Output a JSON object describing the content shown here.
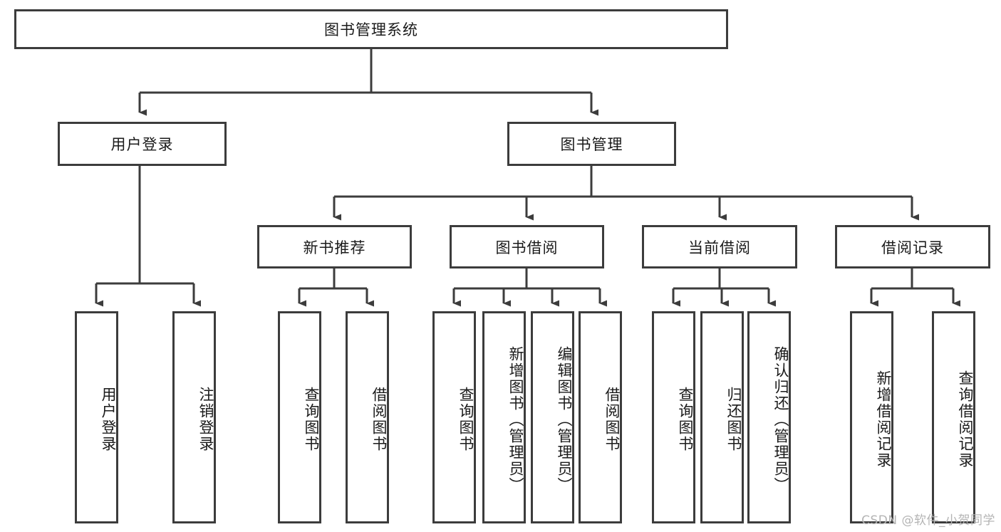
{
  "diagram": {
    "title": "图书管理系统",
    "type": "tree-hierarchy-diagram",
    "background_color": "#ffffff",
    "line_color": "#3c3c3c",
    "text_color": "#1a1a1a"
  },
  "watermark": {
    "text": "CSDN @软件_小贺同学",
    "color": "#b4b4b4"
  },
  "nodes": {
    "root": {
      "label": "图书管理系统"
    },
    "level2": [
      {
        "label": "用户登录"
      },
      {
        "label": "图书管理"
      }
    ],
    "level3": [
      {
        "label": "新书推荐"
      },
      {
        "label": "图书借阅"
      },
      {
        "label": "当前借阅"
      },
      {
        "label": "借阅记录"
      }
    ],
    "leaves": {
      "user_login": [
        {
          "label": "用户登录"
        },
        {
          "label": "注销登录"
        }
      ],
      "new_book_recommend": [
        {
          "label": "查询图书"
        },
        {
          "label": "借阅图书"
        }
      ],
      "book_borrow": [
        {
          "label": "查询图书"
        },
        {
          "label": "新增图书（管理员）"
        },
        {
          "label": "编辑图书（管理员）"
        },
        {
          "label": "借阅图书"
        }
      ],
      "current_borrow": [
        {
          "label": "查询图书"
        },
        {
          "label": "归还图书"
        },
        {
          "label": "确认归还（管理员）"
        }
      ],
      "borrow_records": [
        {
          "label": "新增借阅记录"
        },
        {
          "label": "查询借阅记录"
        }
      ]
    }
  }
}
